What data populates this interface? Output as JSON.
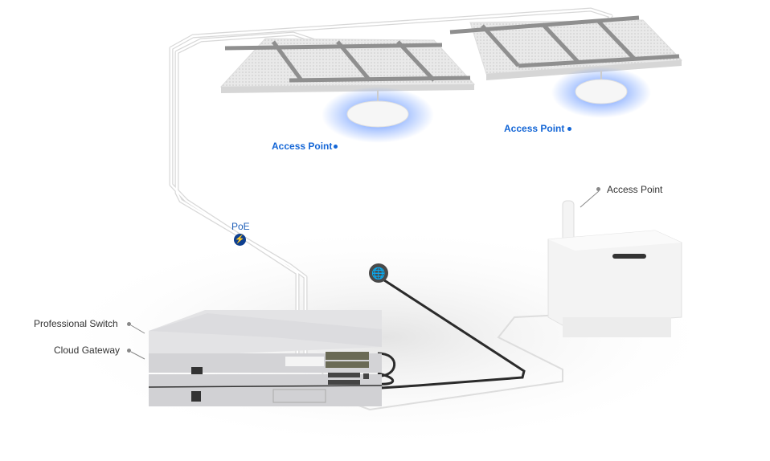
{
  "labels": {
    "access_point_1": "Access Point",
    "access_point_2": "Access Point",
    "access_point_3": "Access Point",
    "professional_switch": "Professional Switch",
    "cloud_gateway": "Cloud Gateway",
    "poe": "PoE"
  },
  "colors": {
    "accent": "#1466d6",
    "poe_badge": "#0e3f8f",
    "cable_dark": "#2b2b2b"
  }
}
